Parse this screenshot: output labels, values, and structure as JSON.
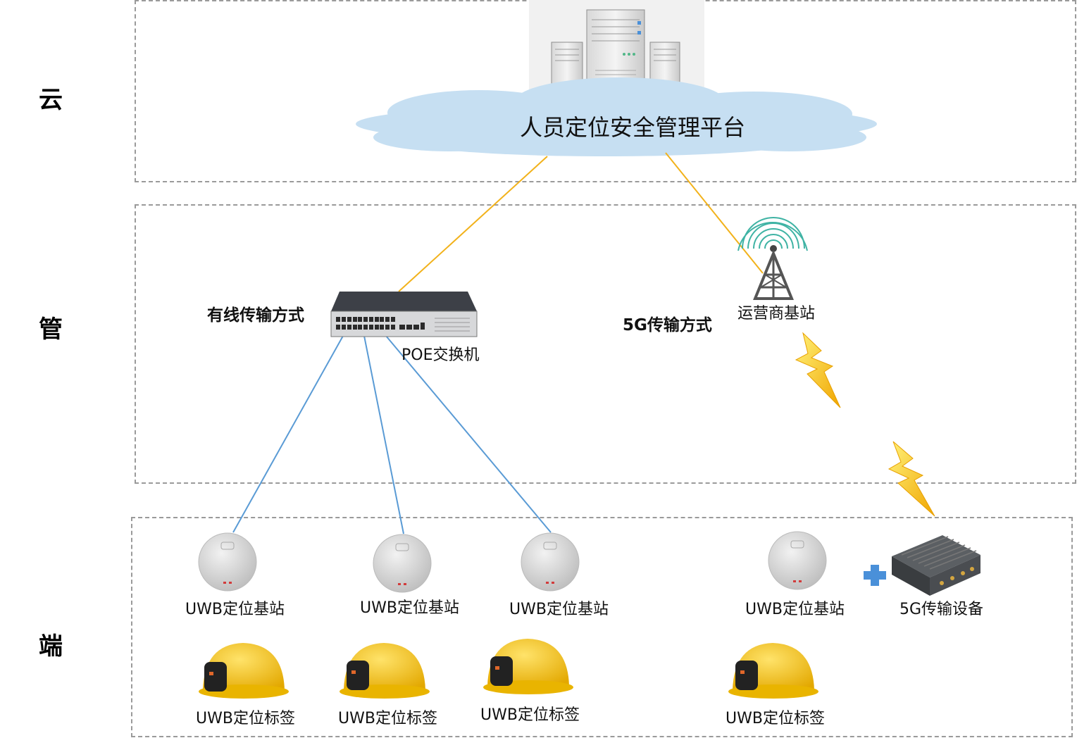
{
  "layers": {
    "cloud": "云",
    "pipe": "管",
    "edge": "端"
  },
  "platform": {
    "name": "人员定位安全管理平台"
  },
  "transport": {
    "wired_label": "有线传输方式",
    "wireless_label": "5G传输方式",
    "switch_label": "POE交换机",
    "tower_label": "运营商基站"
  },
  "edge": {
    "base_station_label": "UWB定位基站",
    "base_stations": [
      "UWB定位基站",
      "UWB定位基站",
      "UWB定位基站",
      "UWB定位基站"
    ],
    "tags": [
      "UWB定位标签",
      "UWB定位标签",
      "UWB定位标签",
      "UWB定位标签"
    ],
    "device_5g": "5G传输设备"
  },
  "colors": {
    "wired_line": "#5a9bd5",
    "uplink_line": "#f2b21b",
    "zone_border": "#9a9a9a",
    "helmet": "#f5c518",
    "cloud": "#c6dff2",
    "tower_wave": "#3fb3a4"
  }
}
